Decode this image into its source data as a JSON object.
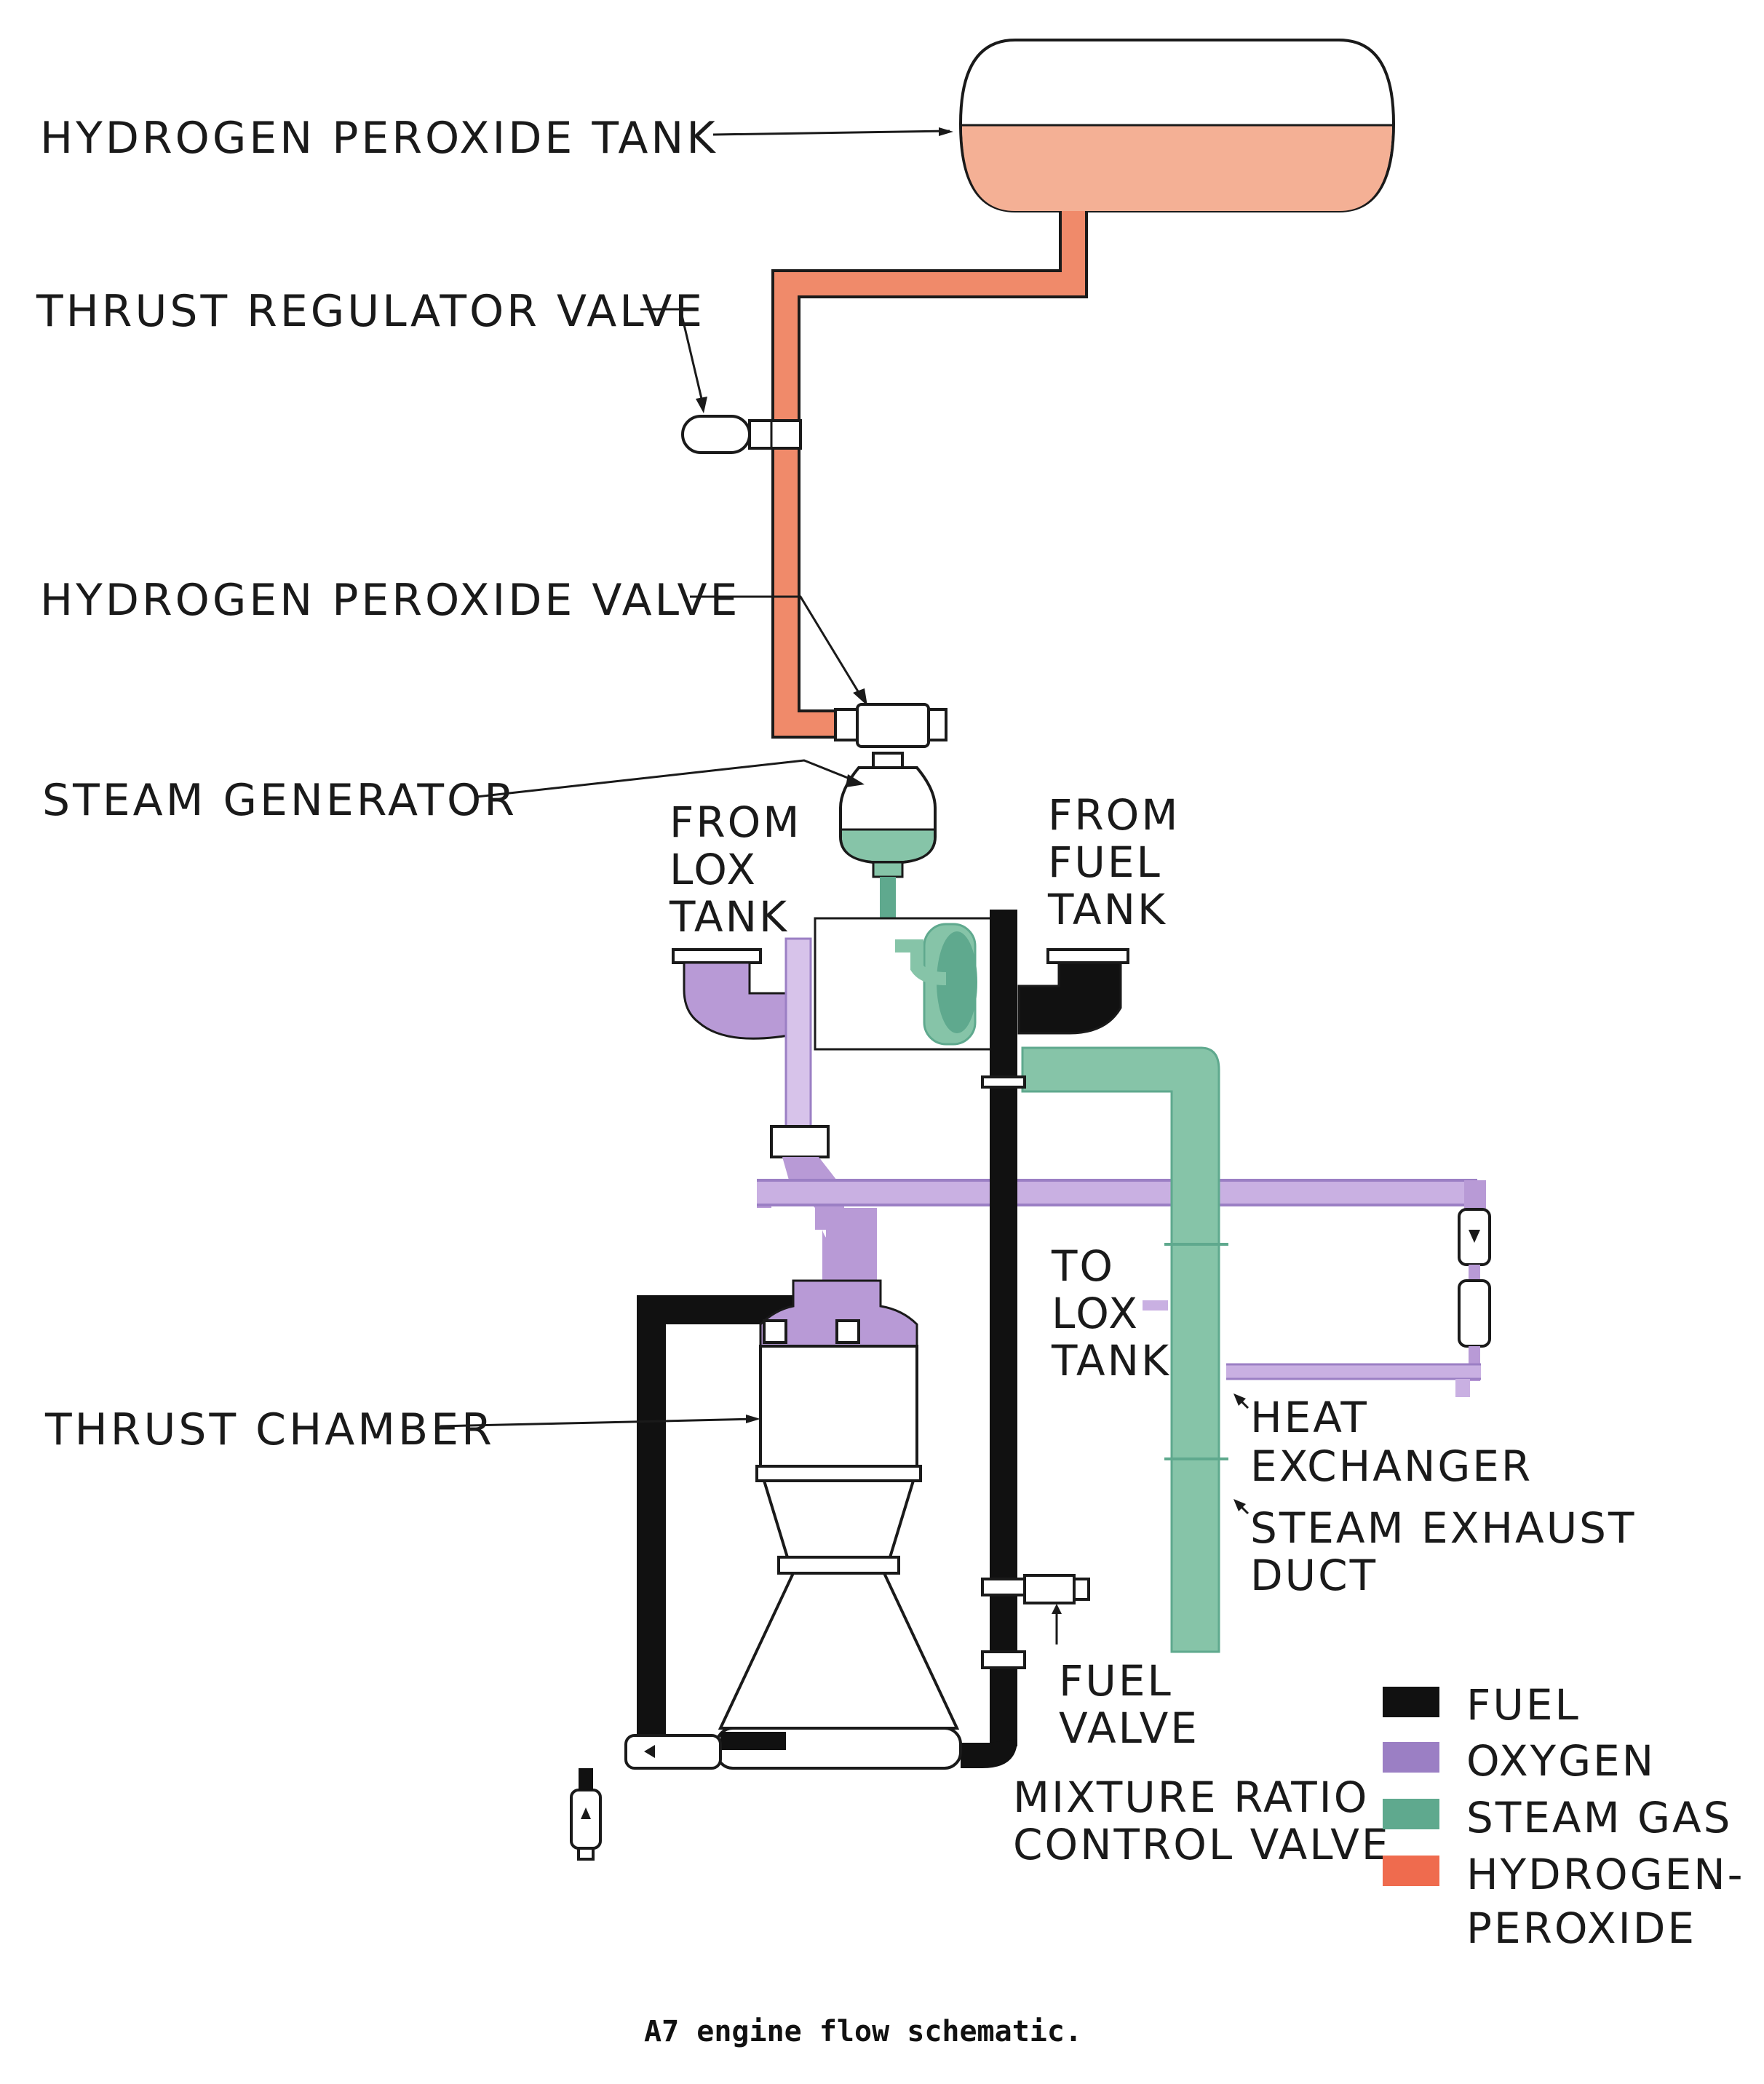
{
  "labels": {
    "h2o2_tank": "HYDROGEN PEROXIDE TANK",
    "thrust_regulator_valve": "THRUST REGULATOR VALVE",
    "h2o2_valve": "HYDROGEN PEROXIDE VALVE",
    "steam_generator": "STEAM GENERATOR",
    "from_lox_tank": [
      "FROM",
      "LOX",
      "TANK"
    ],
    "from_fuel_tank": [
      "FROM",
      "FUEL",
      "TANK"
    ],
    "to_lox_tank": [
      "TO",
      "LOX",
      "TANK"
    ],
    "thrust_chamber": "THRUST CHAMBER",
    "heat_exchanger": [
      "HEAT",
      "EXCHANGER"
    ],
    "steam_exhaust_duct": [
      "STEAM EXHAUST",
      "DUCT"
    ],
    "fuel_valve": [
      "FUEL",
      "VALVE"
    ],
    "mixture_ratio_control_valve": [
      "MIXTURE RATIO",
      "CONTROL VALVE"
    ]
  },
  "legend": [
    {
      "label": "FUEL",
      "color": "#111111"
    },
    {
      "label": "OXYGEN",
      "color": "#9b7fc4"
    },
    {
      "label": "STEAM GAS",
      "color": "#5fa98e"
    },
    {
      "label": "HYDROGEN-",
      "label2": "PEROXIDE",
      "color": "#ef6b4e"
    }
  ],
  "colors": {
    "fuel": "#111111",
    "oxygen": "#b89ad6",
    "oxygen_dark": "#9b7fc4",
    "steam": "#86c4a8",
    "steam_dark": "#5fa98e",
    "peroxide": "#f08a6a",
    "peroxide_fill": "#f4b095"
  },
  "caption": "A7 engine flow schematic."
}
